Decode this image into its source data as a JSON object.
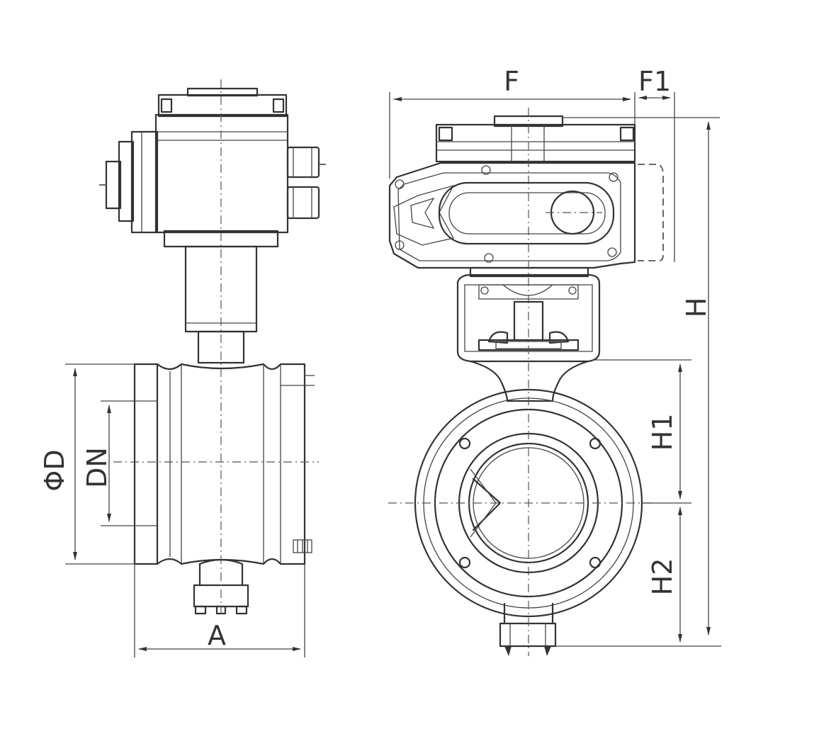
{
  "labels": {
    "A": "A",
    "phiD": "ΦD",
    "DN": "DN",
    "F": "F",
    "F1": "F1",
    "H": "H",
    "H1": "H1",
    "H2": "H2"
  },
  "colors": {
    "line": "#333333",
    "background": "#ffffff"
  }
}
